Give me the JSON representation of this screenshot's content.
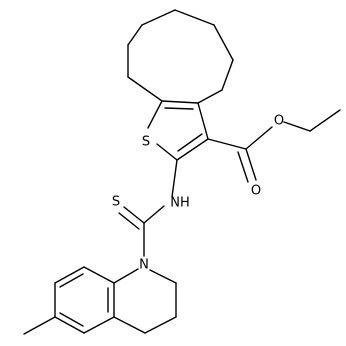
{
  "molecule": {
    "atom_labels": {
      "sulfur_ring": "S",
      "oxygen_carbonyl": "O",
      "oxygen_ester": "O",
      "amine": "NH",
      "sulfur_thioamide": "S",
      "nitrogen_ring": "N"
    },
    "colors": {
      "bond": "#000000",
      "label": "#000000",
      "background": "#ffffff"
    }
  }
}
